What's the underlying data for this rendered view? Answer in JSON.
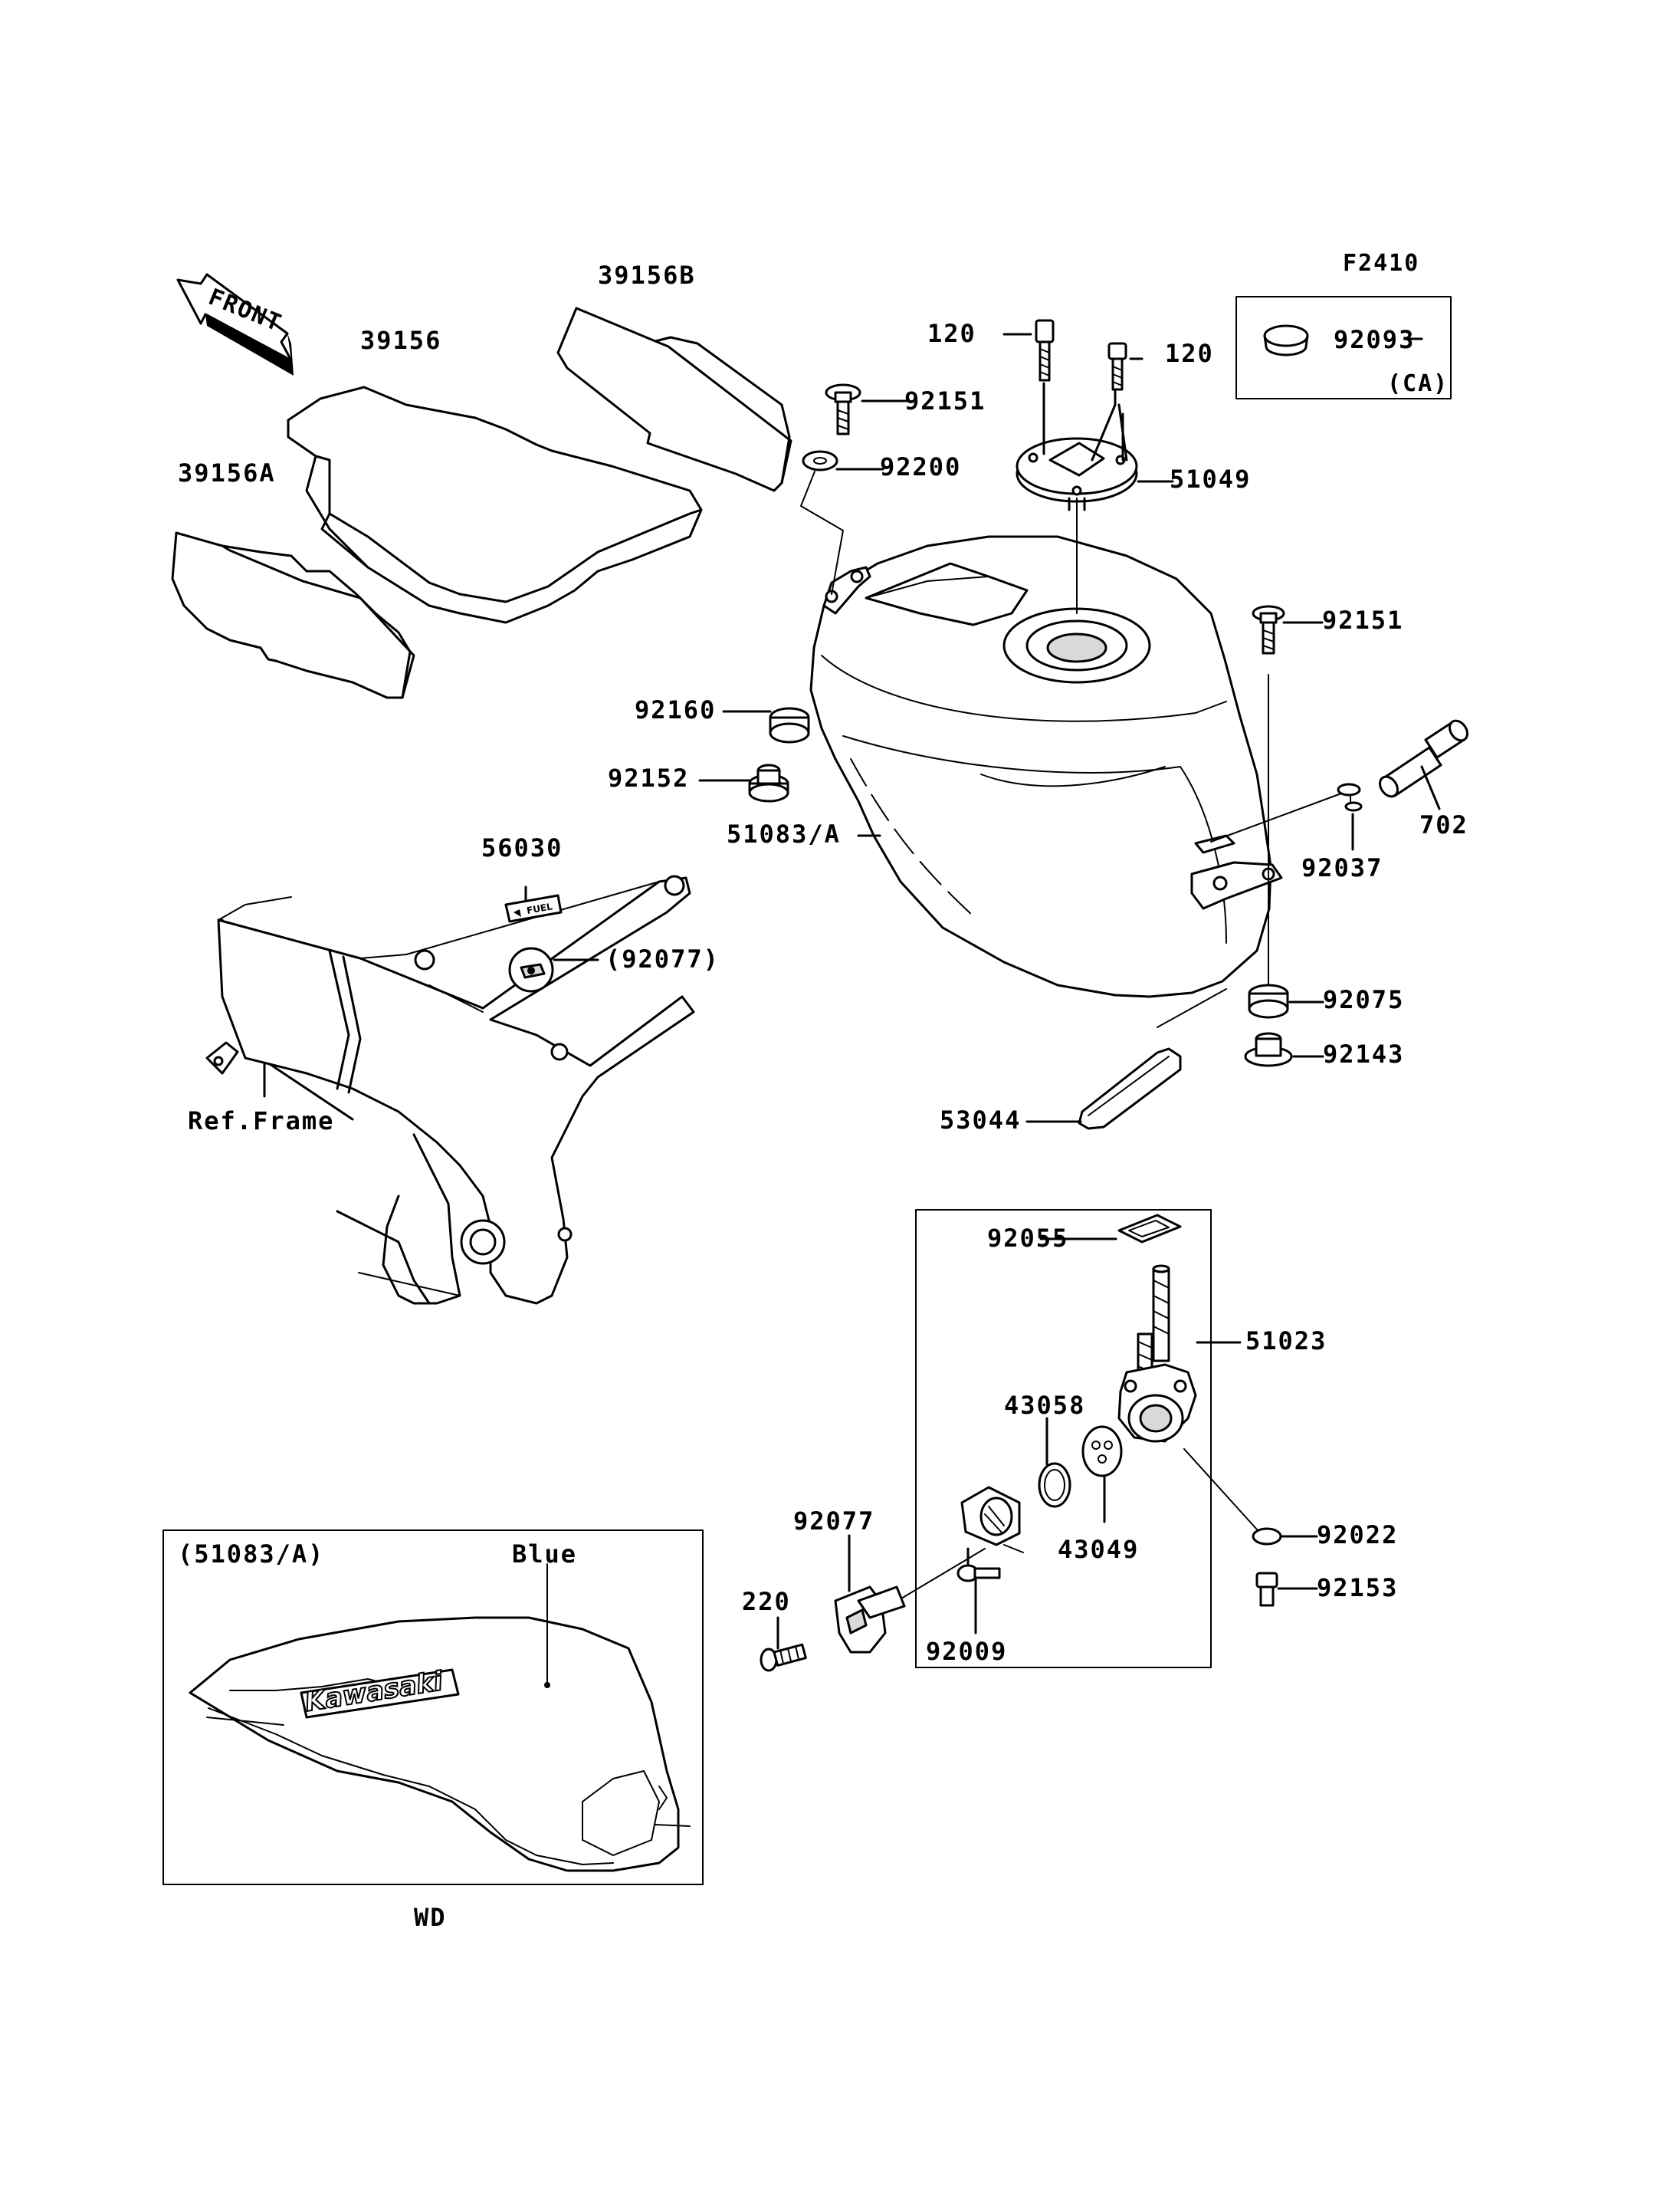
{
  "figure_code": "F2410",
  "front_label": "FRONT",
  "ref_frame": "Ref.Frame",
  "inset_ca": {
    "note": "(CA)"
  },
  "inset_variant": {
    "title": "(51083/A)",
    "color": "Blue",
    "brand": "Kawasaki",
    "code": "WD"
  },
  "decal_text": "FUEL",
  "callouts": {
    "c39156B": "39156B",
    "c39156": "39156",
    "c39156A": "39156A",
    "c120_left": "120",
    "c120_right": "120",
    "c92093": "92093",
    "c92151_top": "92151",
    "c92200": "92200",
    "c51049": "51049",
    "c92151_right": "92151",
    "c92160": "92160",
    "c92152": "92152",
    "c51083A": "51083/A",
    "c702": "702",
    "c92037": "92037",
    "c56030": "56030",
    "c92077_ref": "(92077)",
    "c92075": "92075",
    "c92143": "92143",
    "c53044": "53044",
    "c92055": "92055",
    "c51023": "51023",
    "c43058": "43058",
    "c43049": "43049",
    "c92077": "92077",
    "c92022": "92022",
    "c220": "220",
    "c92153": "92153",
    "c92009": "92009"
  }
}
